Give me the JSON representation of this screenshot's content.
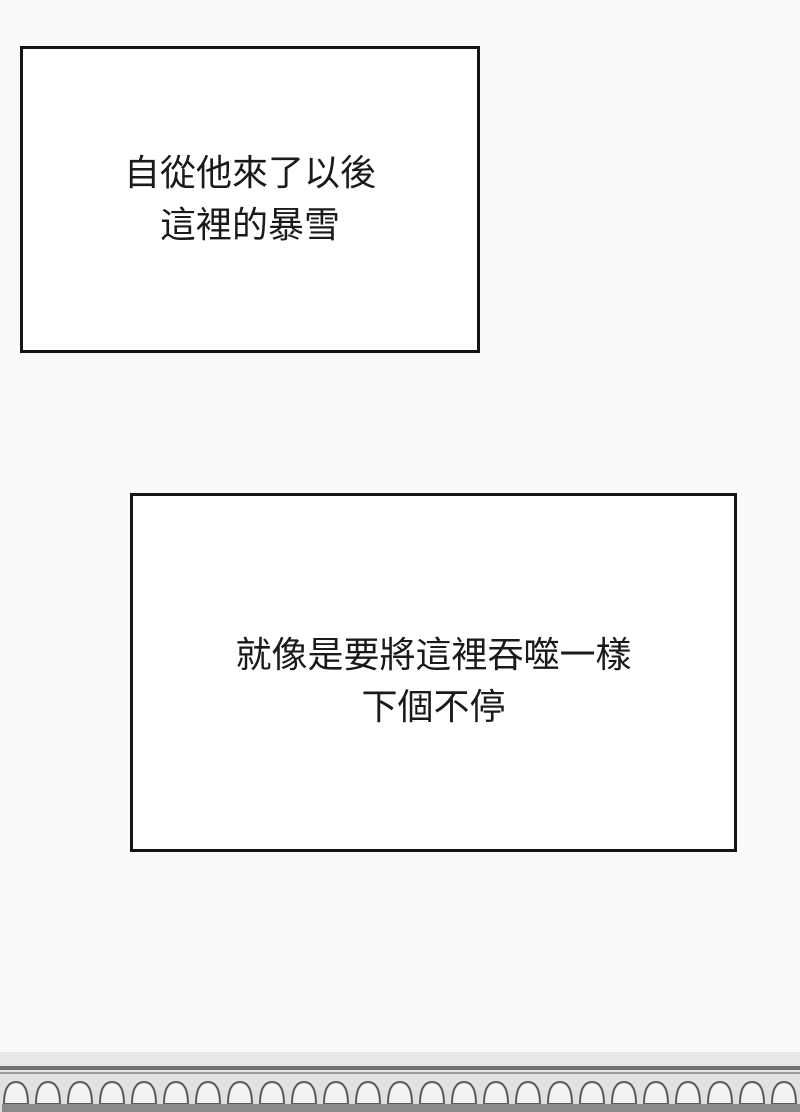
{
  "panels": [
    {
      "lines": [
        "自從他來了以後",
        "這裡的暴雪"
      ]
    },
    {
      "lines": [
        "就像是要將這裡吞噬一樣",
        "下個不停"
      ]
    }
  ]
}
